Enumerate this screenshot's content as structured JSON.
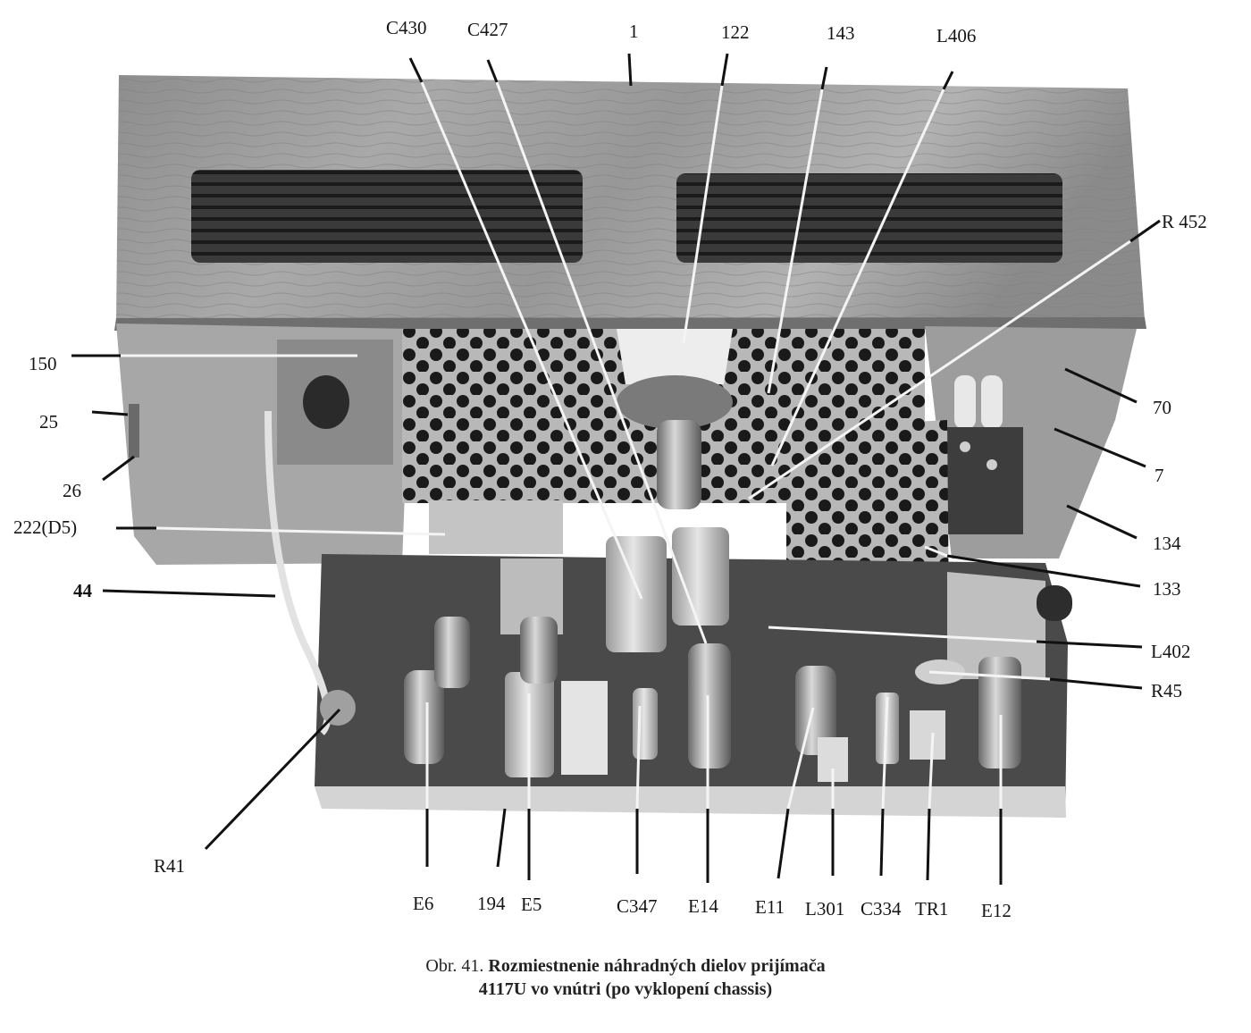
{
  "figure": {
    "labels": {
      "C430": "C430",
      "C427": "C427",
      "n1": "1",
      "n122": "122",
      "n143": "143",
      "L406": "L406",
      "R452": "R 452",
      "n150": "150",
      "n25": "25",
      "n26": "26",
      "n222": "222(D5)",
      "n44": "44",
      "n70": "70",
      "n7": "7",
      "n134": "134",
      "n133": "133",
      "L402": "L402",
      "R45": "R45",
      "R41": "R41",
      "E6": "E6",
      "n194": "194",
      "E5": "E5",
      "C347": "C347",
      "E14": "E14",
      "E11": "E11",
      "L301": "L301",
      "C334": "C334",
      "TR1": "TR1",
      "E12": "E12"
    }
  },
  "caption": {
    "prefix": "Obr. 41.",
    "line1": "Rozmiestnenie náhradných dielov prijímača",
    "line2": "4117U vo vnútri (po vyklopení chassis)"
  }
}
